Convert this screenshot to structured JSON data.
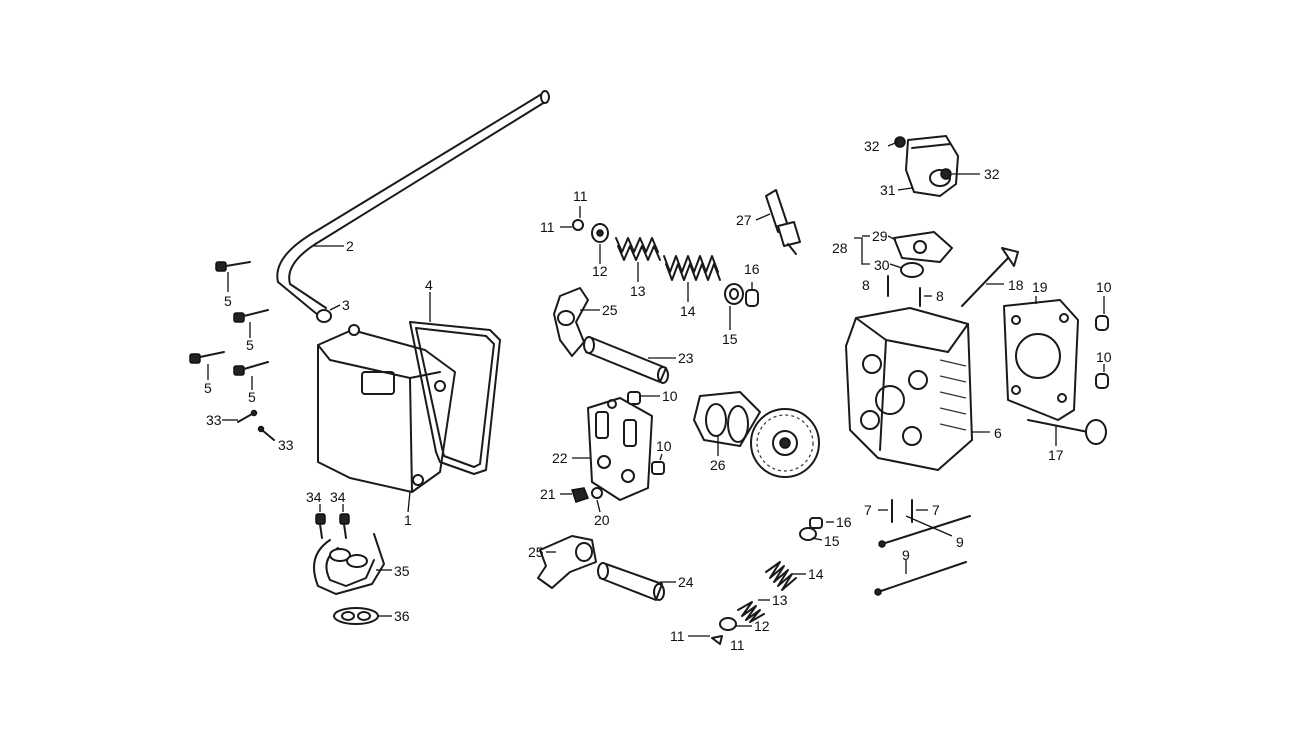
{
  "diagram": {
    "labels": {
      "l1": "1",
      "l2": "2",
      "l3": "3",
      "l4": "4",
      "l5a": "5",
      "l5b": "5",
      "l5c": "5",
      "l5d": "5",
      "l6": "6",
      "l7a": "7",
      "l7b": "7",
      "l8a": "8",
      "l8b": "8",
      "l9a": "9",
      "l9b": "9",
      "l10a": "10",
      "l10b": "10",
      "l10c": "10",
      "l10d": "10",
      "l11a": "11",
      "l11b": "11",
      "l11c": "11",
      "l11d": "11",
      "l12a": "12",
      "l12b": "12",
      "l13a": "13",
      "l13b": "13",
      "l14a": "14",
      "l14b": "14",
      "l15a": "15",
      "l15b": "15",
      "l16a": "16",
      "l16b": "16",
      "l17": "17",
      "l18": "18",
      "l19": "19",
      "l20": "20",
      "l21": "21",
      "l22": "22",
      "l23": "23",
      "l24": "24",
      "l25a": "25",
      "l25b": "25",
      "l26": "26",
      "l27": "27",
      "l28": "28",
      "l29": "29",
      "l30": "30",
      "l31": "31",
      "l32a": "32",
      "l32b": "32",
      "l33a": "33",
      "l33b": "33",
      "l34a": "34",
      "l34b": "34",
      "l35": "35",
      "l36": "36"
    }
  }
}
